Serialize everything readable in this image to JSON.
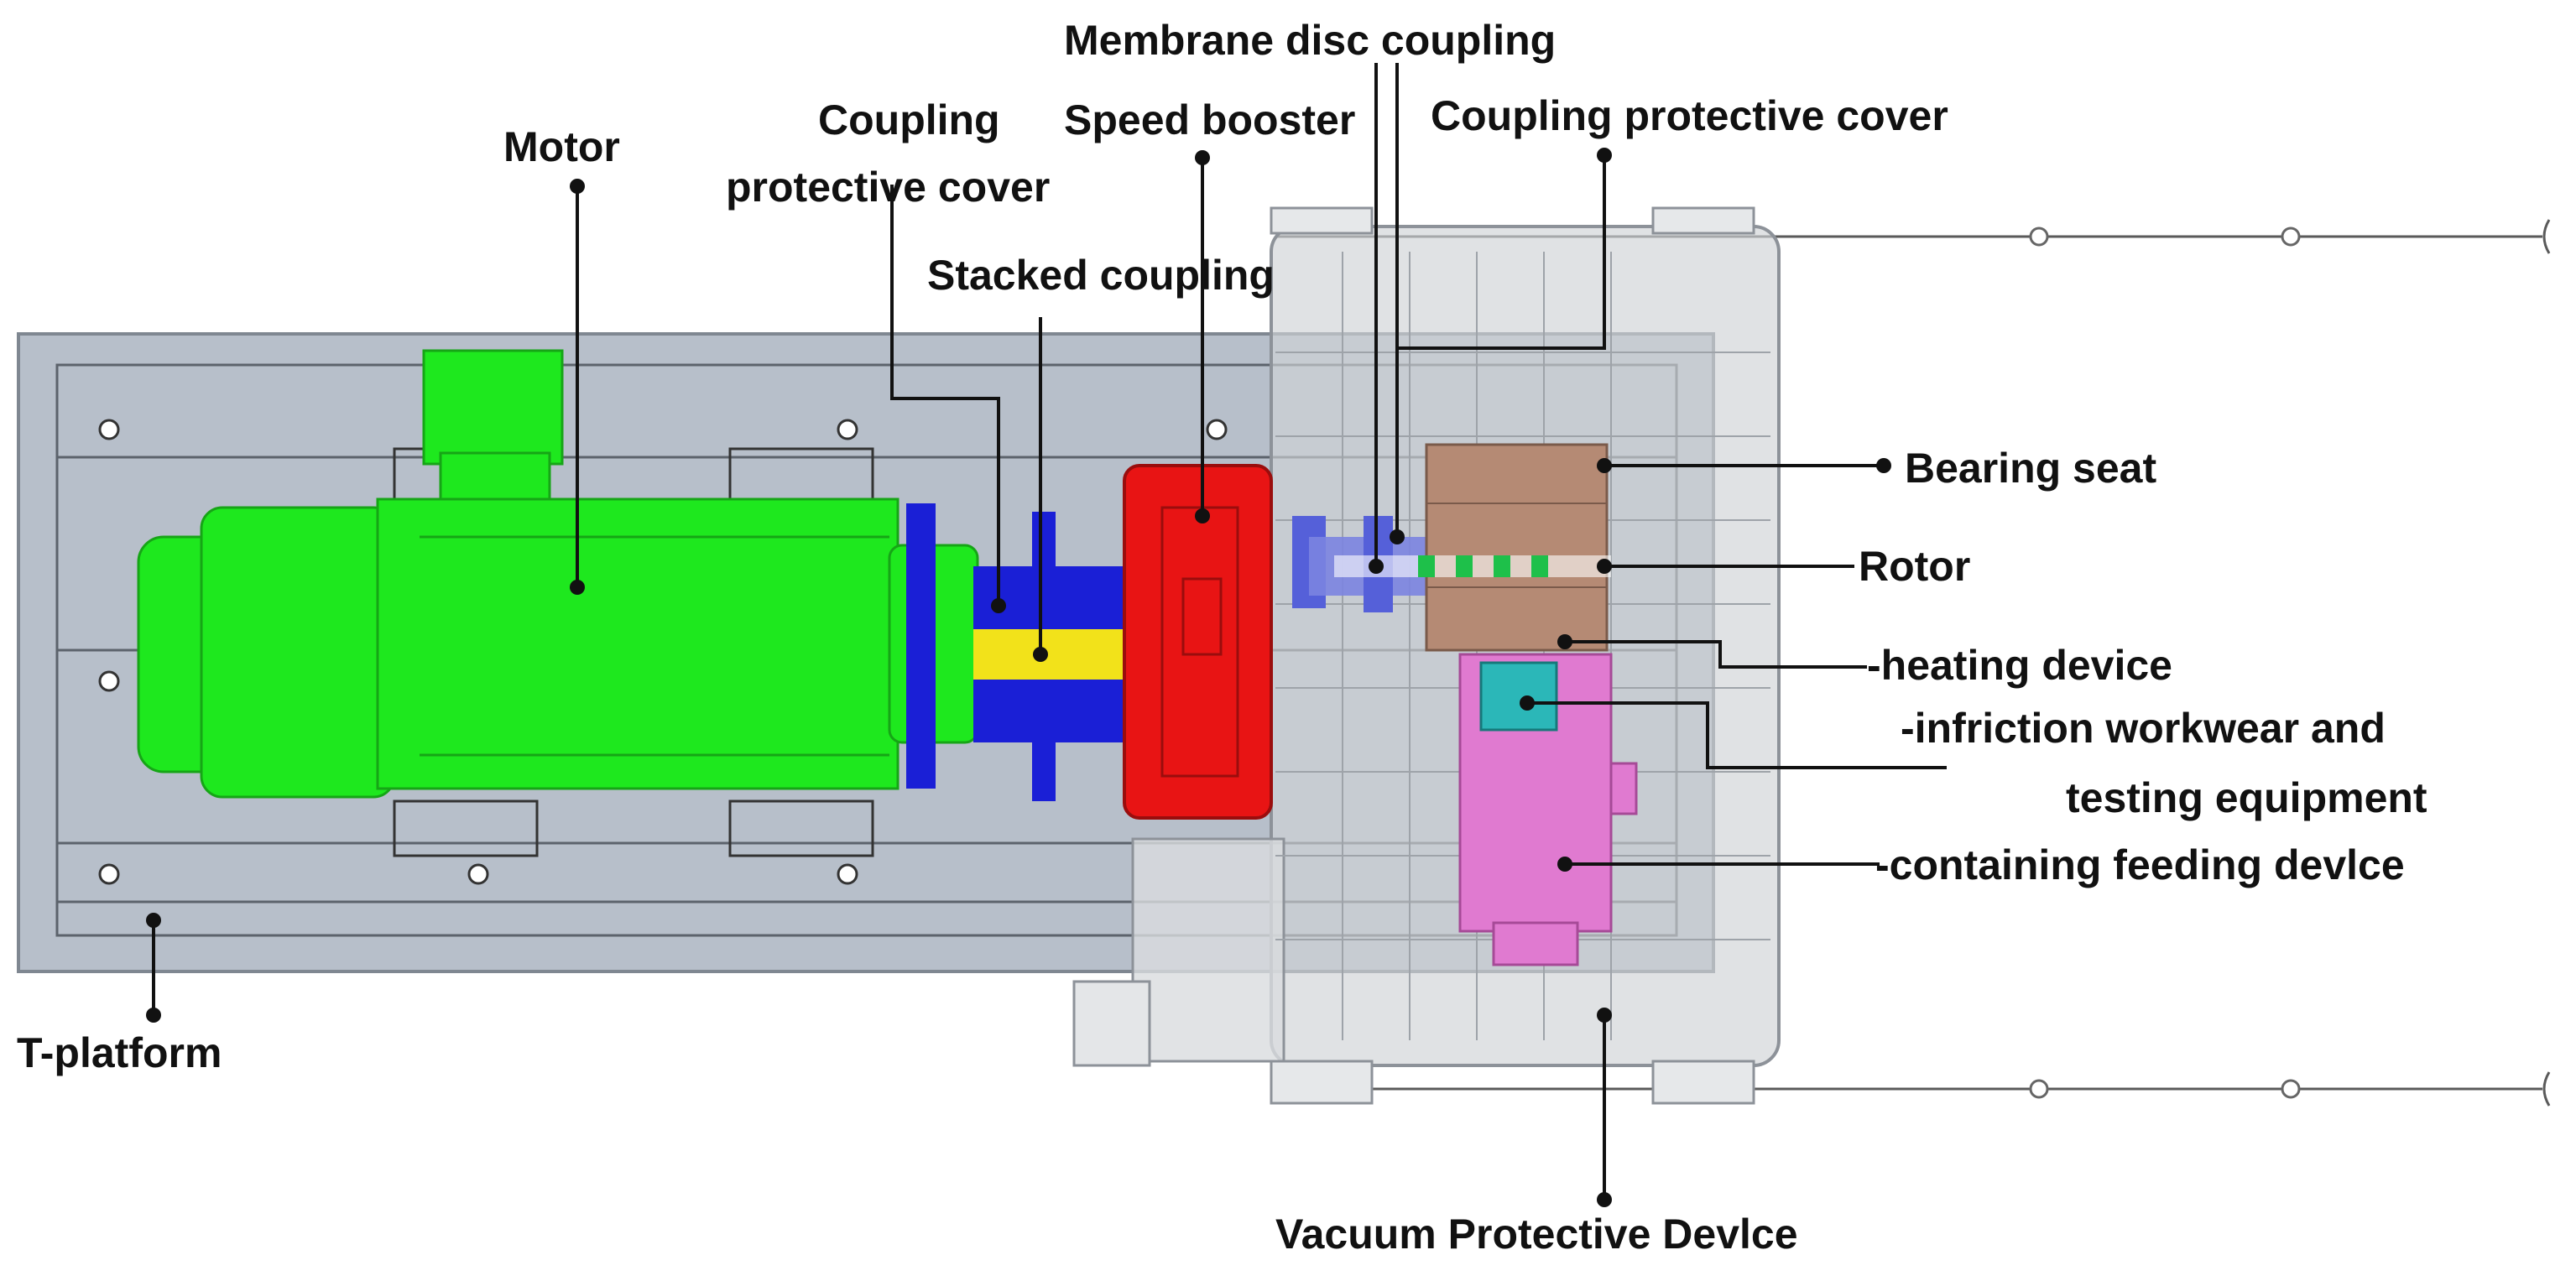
{
  "labels": {
    "membrane_disc_coupling": "Membrane disc coupling",
    "motor": "Motor",
    "coupling_protective_cover_left_line1": "Coupling",
    "coupling_protective_cover_left_line2": "protective cover",
    "speed_booster": "Speed booster",
    "coupling_protective_cover_right": "Coupling protective cover",
    "stacked_coupling": "Stacked coupling",
    "bearing_seat": "Bearing seat",
    "rotor": "Rotor",
    "heating_device": "-heating device",
    "infriction_line1": "-infriction workwear and",
    "infriction_line2": "testing equipment",
    "containing_feeding_device": "-containing feeding devlce",
    "t_platform": "T-platform",
    "vacuum_protective_device": "Vacuum Protective Devlce"
  },
  "colors": {
    "platform": "#b7bfca",
    "motor": "#1ee81e",
    "stacked_coupling": "#1a1fd6",
    "shaft_yellow": "#f2e21a",
    "speed_booster": "#e81414",
    "bearing_seat": "#b58a74",
    "feeding_device": "#e07ad0",
    "heating_device": "#2bb7b8",
    "vacuum_device": "#cfd2d6"
  }
}
